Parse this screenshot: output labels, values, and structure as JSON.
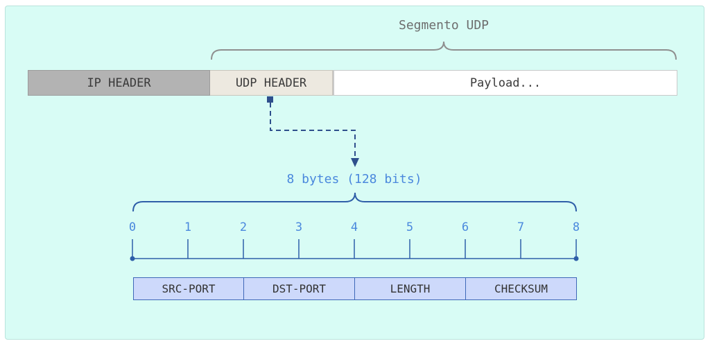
{
  "segment_label": "Segmento UDP",
  "packet": {
    "ip_header": "IP HEADER",
    "udp_header": "UDP HEADER",
    "payload": "Payload..."
  },
  "size_label": "8 bytes (128 bits)",
  "scale_ticks": [
    "0",
    "1",
    "2",
    "3",
    "4",
    "5",
    "6",
    "7",
    "8"
  ],
  "fields": [
    "SRC-PORT",
    "DST-PORT",
    "LENGTH",
    "CHECKSUM"
  ],
  "colors": {
    "background": "#d8fcf5",
    "ip_header": "#b3b3b3",
    "udp_header": "#ede9e0",
    "field_fill": "#cdd9fb",
    "accent_blue": "#2e5ea8",
    "label_blue": "#4a88dd"
  }
}
